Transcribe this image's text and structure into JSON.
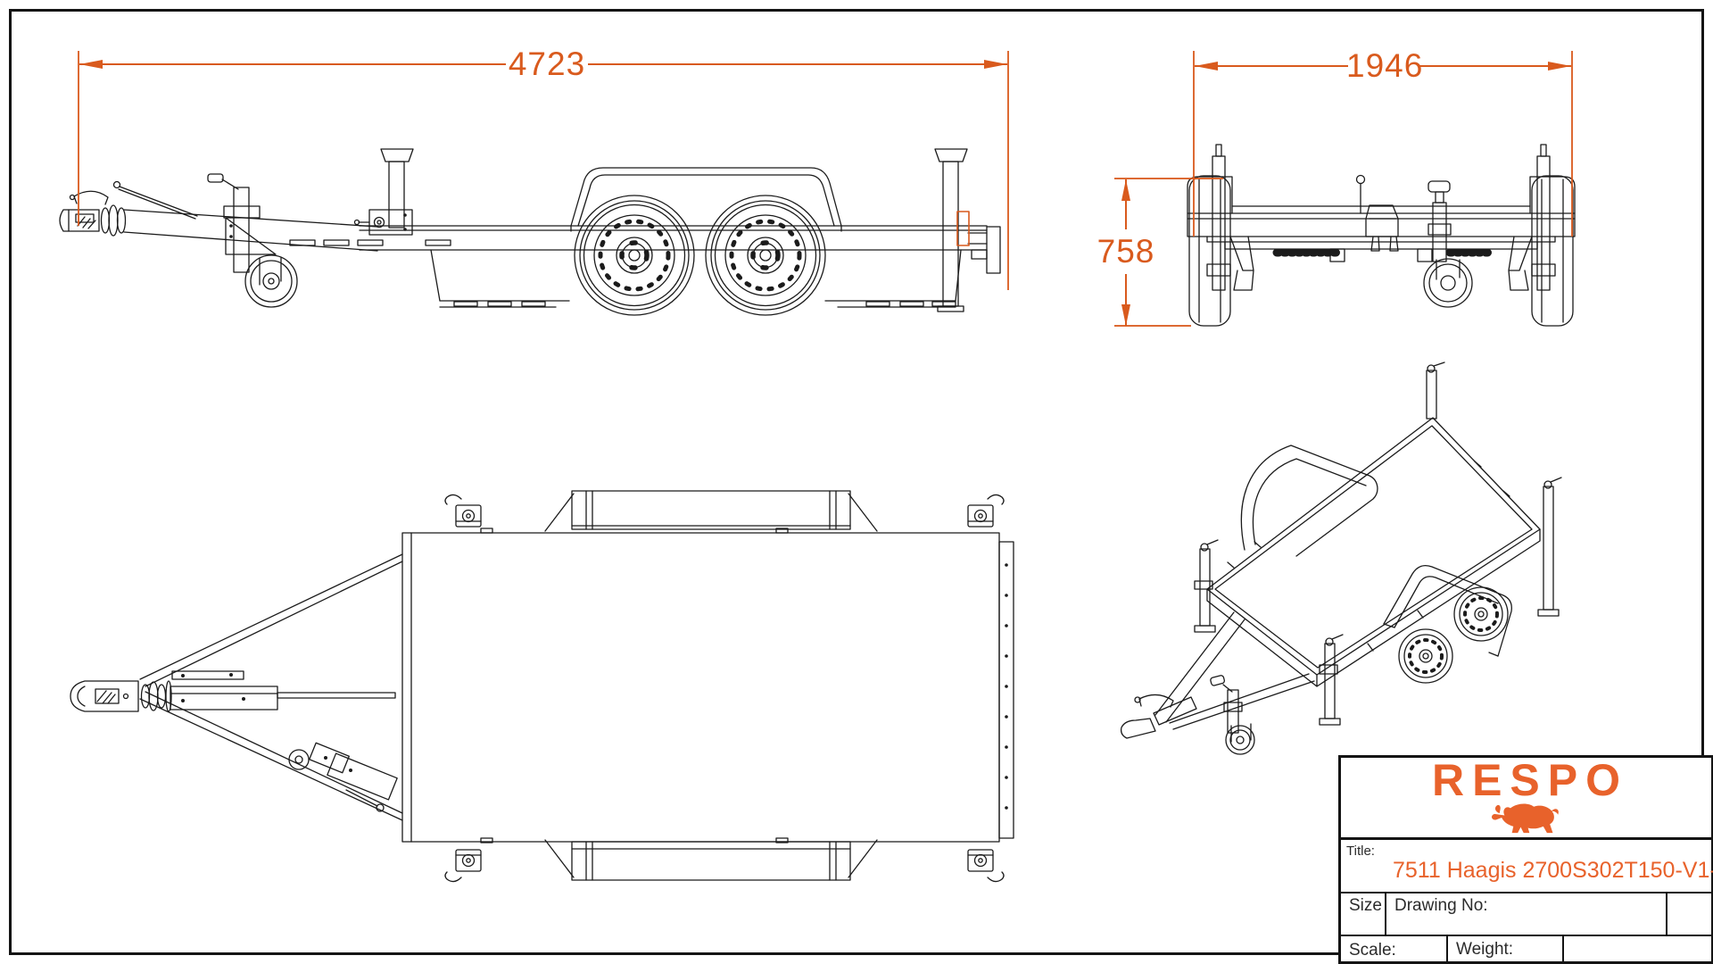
{
  "colors": {
    "accent_orange": "#D95A1D",
    "brand_orange": "#E8622B",
    "line_black": "#1b1b1b"
  },
  "dimensions": {
    "overall_length": "4723",
    "overall_width": "1946",
    "platform_height": "758"
  },
  "title_block": {
    "brand": "RESPO",
    "title_label": "Title:",
    "title": "7511 Haagis 2700S302T150-V1-",
    "size_label": "Size",
    "drawing_no_label": "Drawing No:",
    "scale_label": "Scale:",
    "weight_label": "Weight:"
  }
}
